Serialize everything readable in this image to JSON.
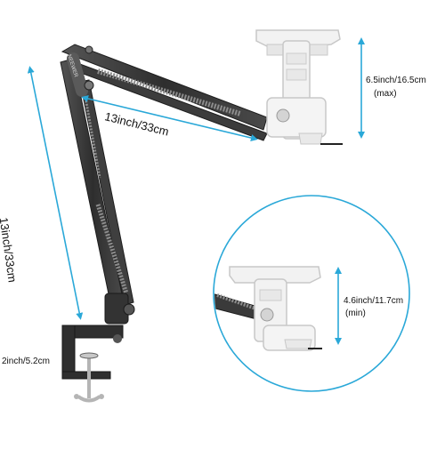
{
  "labels": {
    "upper_arm": "13inch/33cm",
    "lower_arm": "13inch/33cm",
    "holder_max": "6.5inch/16.5cm",
    "holder_max_note": "(max)",
    "holder_min": "4.6inch/11.7cm",
    "holder_min_note": "(min)",
    "clamp_opening": "2inch/5.2cm"
  },
  "brand_text": "NEEWER",
  "colors": {
    "background": "#ffffff",
    "arm_metal": "#3a3a3a",
    "arm_edge": "#1e1e1e",
    "spring": "#8c8c8c",
    "holder_plastic": "#f2f2f2",
    "holder_shadow": "#c8c8c8",
    "dimension_line": "#2aa8d8",
    "inset_ring": "#2aa8d8",
    "text": "#111111"
  }
}
